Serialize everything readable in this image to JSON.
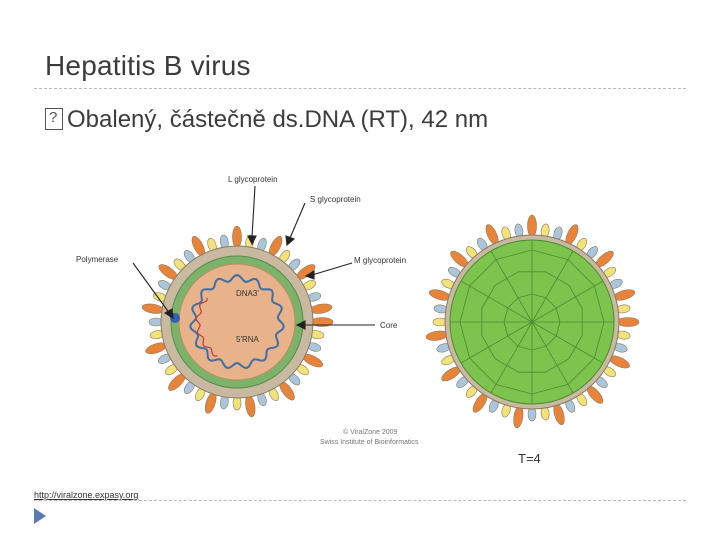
{
  "slide": {
    "title": "Hepatitis B virus",
    "bullet": "Obalený, částečně ds.DNA (RT), 42 nm",
    "source_link": "http://viralzone.expasy.org"
  },
  "figure": {
    "labels": {
      "l_glycoprotein": "L glycoprotein",
      "s_glycoprotein": "S glycoprotein",
      "polymerase": "Polymerase",
      "m_glycoprotein": "M glycoprotein",
      "dna": "DNA3'",
      "core": "Core",
      "rna": "5'RNA",
      "copyright": "© ViralZone 2009",
      "institute": "Swiss Institute of Bioinformatics",
      "triangulation": "T=4"
    },
    "colors": {
      "envelope": "#c8b9a0",
      "capsid": "#7bb36a",
      "core_inner": "#e8b38a",
      "spike_orange": "#e8843a",
      "spike_yellow": "#f2e27a",
      "spike_blue": "#a9c6dc",
      "dna": "#3f6fa8",
      "green_sphere": "#7cc44e"
    }
  }
}
